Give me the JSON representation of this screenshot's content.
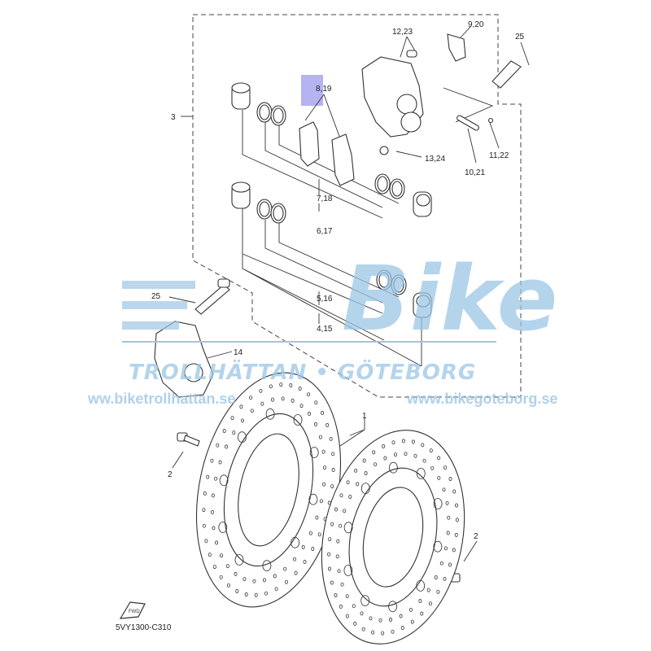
{
  "diagram": {
    "code": "5VY1300-C310",
    "fwd_label": "FWD",
    "labels": {
      "l3": "3",
      "l8_19": "8,19",
      "l12_23": "12,23",
      "l9_20": "9,20",
      "l25_top": "25",
      "l13_24": "13,24",
      "l10_21": "10,21",
      "l11_22": "11,22",
      "l7_18": "7,18",
      "l6_17": "6,17",
      "l5_16": "5,16",
      "l4_15": "4,15",
      "l25_left": "25",
      "l14": "14",
      "l1": "1",
      "l2_left": "2",
      "l2_right": "2"
    },
    "highlight_color": "#a9a6f0"
  },
  "watermark": {
    "brand": "Bike",
    "tagline": "TROLLHÄTTAN • GÖTEBORG",
    "url_left": "ww.biketrollhattan.se",
    "url_right": "www.bikegoteborg.se",
    "color": "#9cc6e6"
  }
}
